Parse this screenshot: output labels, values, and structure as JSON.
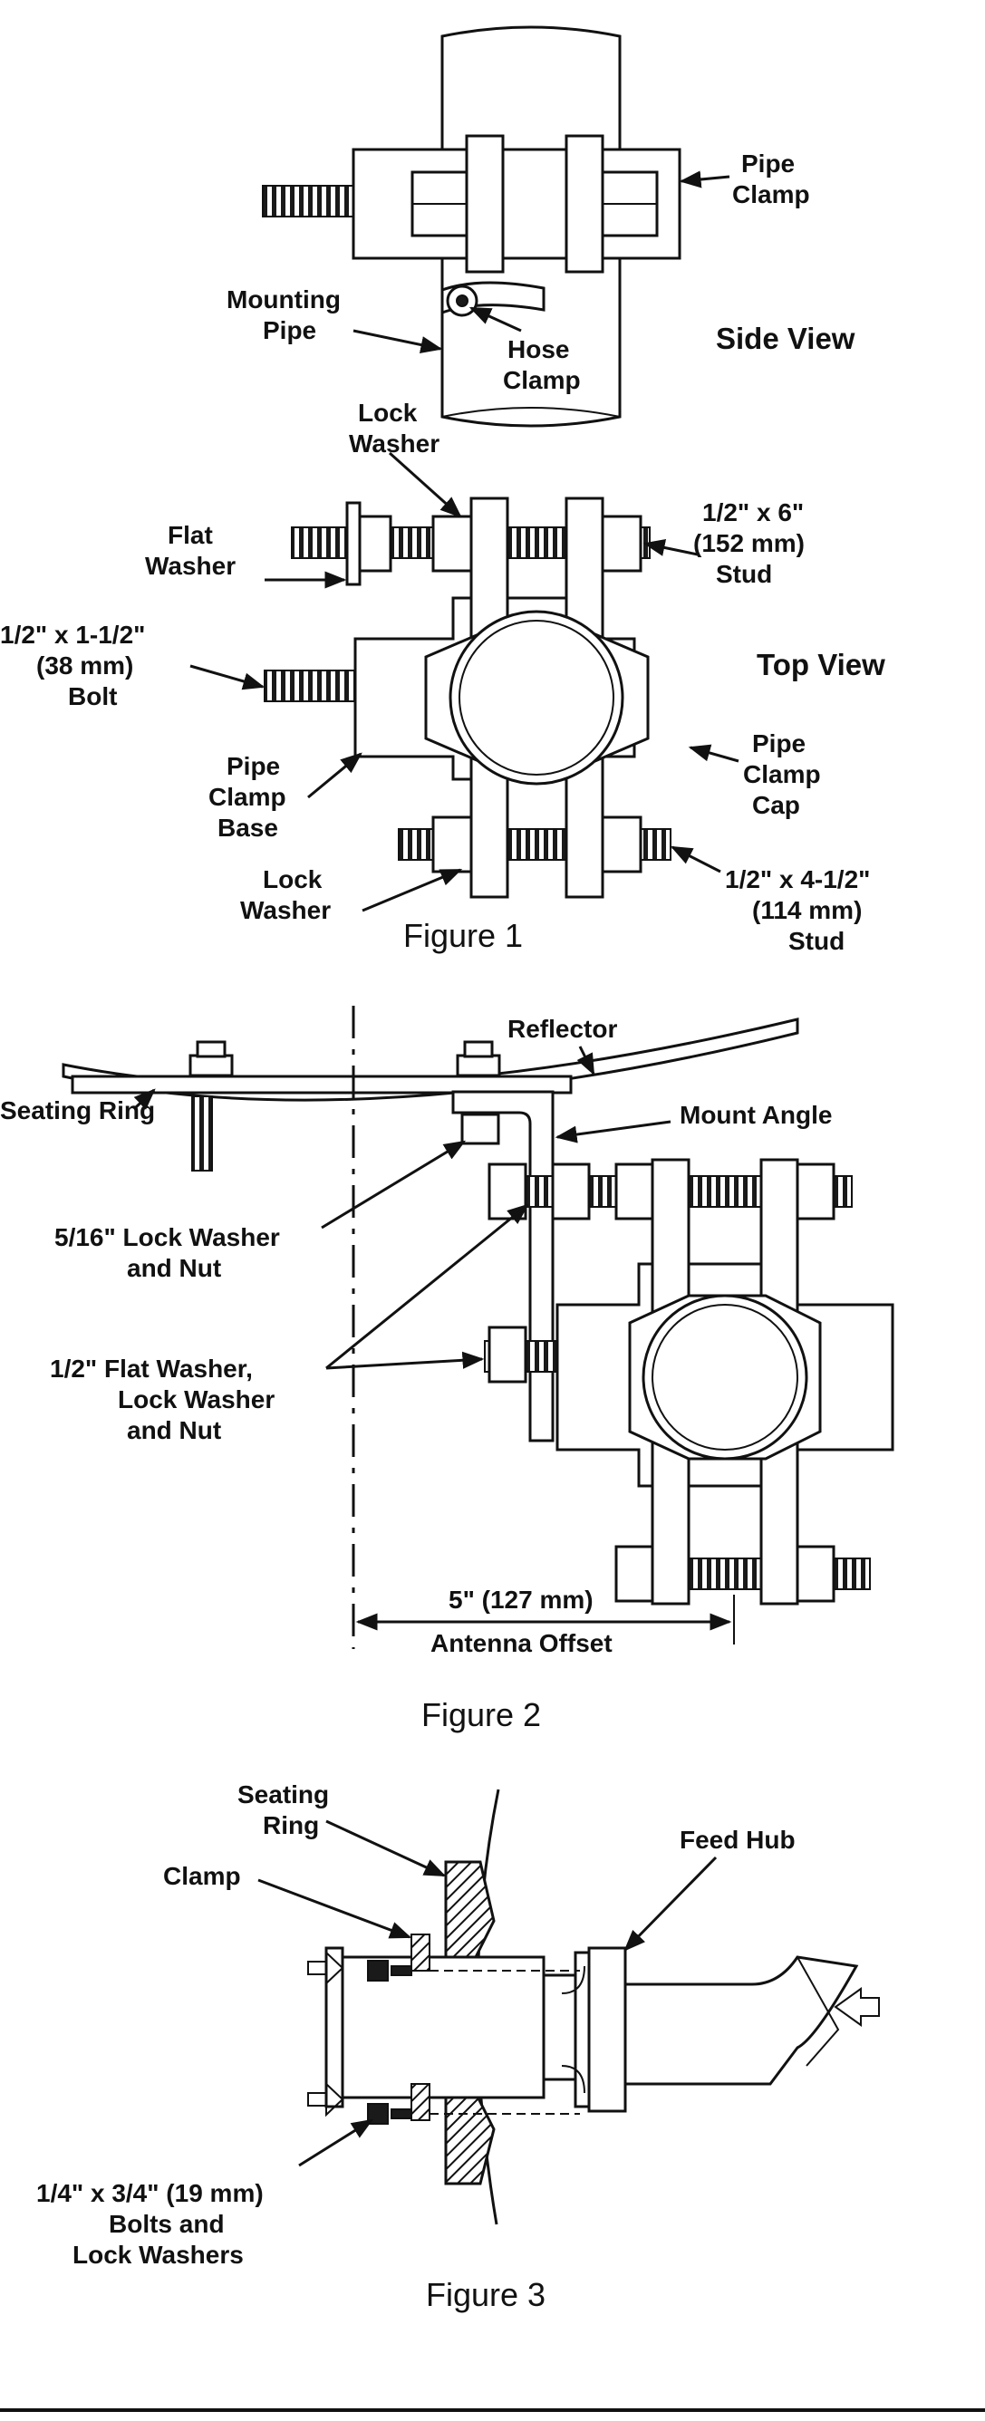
{
  "figure1": {
    "caption": "Figure 1",
    "side_view": {
      "title": "Side View",
      "labels": {
        "pipe_clamp": [
          "Pipe",
          "Clamp"
        ],
        "mounting_pipe": [
          "Mounting",
          "Pipe"
        ],
        "hose_clamp": [
          "Hose",
          "Clamp"
        ]
      }
    },
    "top_view": {
      "title": "Top View",
      "labels": {
        "lock_washer_top": [
          "Lock",
          "Washer"
        ],
        "flat_washer": [
          "Flat",
          "Washer"
        ],
        "stud_6": [
          "1/2\" x 6\"",
          "(152 mm)",
          "Stud"
        ],
        "bolt": [
          "1/2\" x 1-1/2\"",
          "(38 mm)",
          "Bolt"
        ],
        "pipe_clamp_base": [
          "Pipe",
          "Clamp",
          "Base"
        ],
        "pipe_clamp_cap": [
          "Pipe",
          "Clamp",
          "Cap"
        ],
        "lock_washer_bottom": [
          "Lock",
          "Washer"
        ],
        "stud_4": [
          "1/2\" x 4-1/2\"",
          "(114 mm)",
          "Stud"
        ]
      }
    }
  },
  "figure2": {
    "caption": "Figure 2",
    "labels": {
      "reflector": [
        "Reflector"
      ],
      "seating_ring": [
        "Seating Ring"
      ],
      "mount_angle": [
        "Mount Angle"
      ],
      "lock_washer_nut": [
        "5/16\" Lock Washer",
        "and Nut"
      ],
      "flat_lock_nut": [
        "1/2\" Flat Washer,",
        "Lock Washer",
        "and Nut"
      ],
      "offset": [
        "5\" (127 mm)",
        "Antenna Offset"
      ]
    }
  },
  "figure3": {
    "caption": "Figure 3",
    "labels": {
      "seating_ring": [
        "Seating",
        "Ring"
      ],
      "feed_hub": [
        "Feed Hub"
      ],
      "clamp": [
        "Clamp"
      ],
      "bolts": [
        "1/4\" x 3/4\" (19 mm)",
        "Bolts and",
        "Lock Washers"
      ]
    }
  }
}
